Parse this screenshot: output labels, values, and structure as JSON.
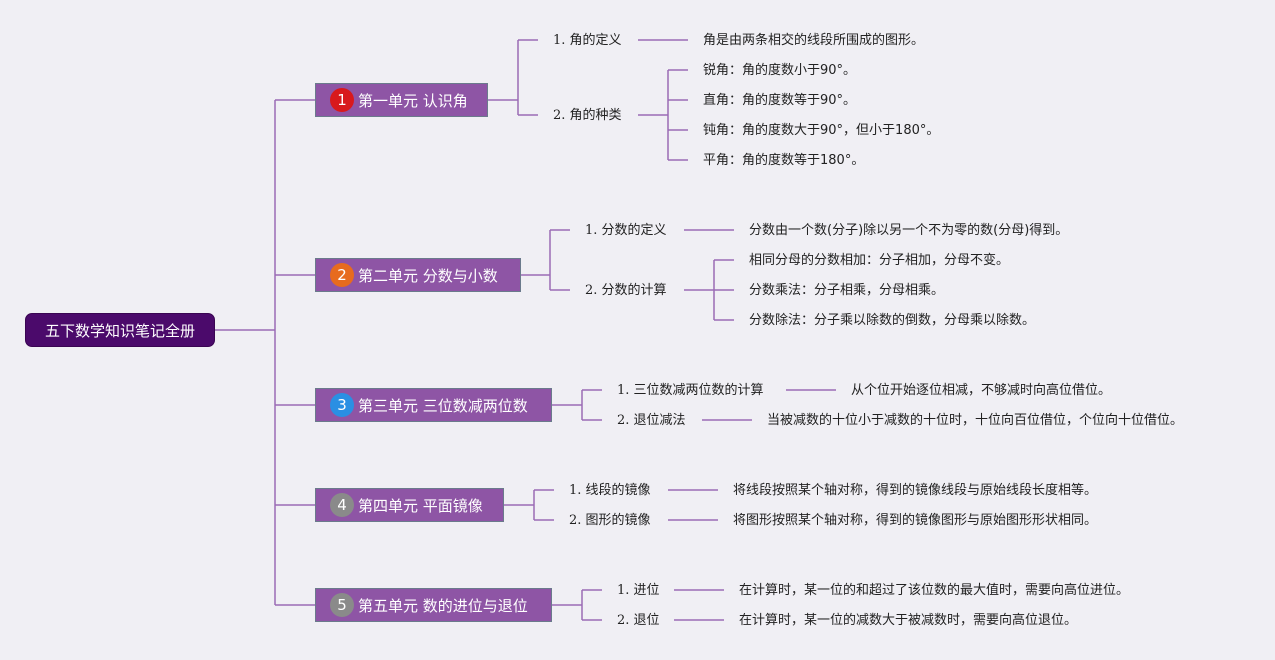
{
  "colors": {
    "root": "#4b0a6b",
    "unit": "#8e55a5",
    "line": "#9a6bb5",
    "badge1": "#d8191c",
    "badge2": "#e76b1e",
    "badge3": "#2a8fe3",
    "badge4": "#8a8a8a",
    "badge5": "#8a8a8a"
  },
  "root": "五下数学知识笔记全册",
  "units": [
    {
      "num": "1",
      "title": "第一单元 认识角",
      "topics": [
        {
          "label": "1. 角的定义",
          "items": [
            "角是由两条相交的线段所围成的图形。"
          ]
        },
        {
          "label": "2. 角的种类",
          "items": [
            "锐角：角的度数小于90°。",
            "直角：角的度数等于90°。",
            "钝角：角的度数大于90°，但小于180°。",
            "平角：角的度数等于180°。"
          ]
        }
      ]
    },
    {
      "num": "2",
      "title": "第二单元 分数与小数",
      "topics": [
        {
          "label": "1. 分数的定义",
          "items": [
            "分数由一个数(分子)除以另一个不为零的数(分母)得到。"
          ]
        },
        {
          "label": "2. 分数的计算",
          "items": [
            "相同分母的分数相加：分子相加，分母不变。",
            "分数乘法：分子相乘，分母相乘。",
            "分数除法：分子乘以除数的倒数，分母乘以除数。"
          ]
        }
      ]
    },
    {
      "num": "3",
      "title": "第三单元 三位数减两位数",
      "topics": [
        {
          "label": "1. 三位数减两位数的计算",
          "items": [
            "从个位开始逐位相减，不够减时向高位借位。"
          ]
        },
        {
          "label": "2. 退位减法",
          "items": [
            "当被减数的十位小于减数的十位时，十位向百位借位，个位向十位借位。"
          ]
        }
      ]
    },
    {
      "num": "4",
      "title": "第四单元 平面镜像",
      "topics": [
        {
          "label": "1. 线段的镜像",
          "items": [
            "将线段按照某个轴对称，得到的镜像线段与原始线段长度相等。"
          ]
        },
        {
          "label": "2. 图形的镜像",
          "items": [
            "将图形按照某个轴对称，得到的镜像图形与原始图形形状相同。"
          ]
        }
      ]
    },
    {
      "num": "5",
      "title": "第五单元 数的进位与退位",
      "topics": [
        {
          "label": "1. 进位",
          "items": [
            "在计算时，某一位的和超过了该位数的最大值时，需要向高位进位。"
          ]
        },
        {
          "label": "2. 退位",
          "items": [
            "在计算时，某一位的减数大于被减数时，需要向高位退位。"
          ]
        }
      ]
    }
  ]
}
